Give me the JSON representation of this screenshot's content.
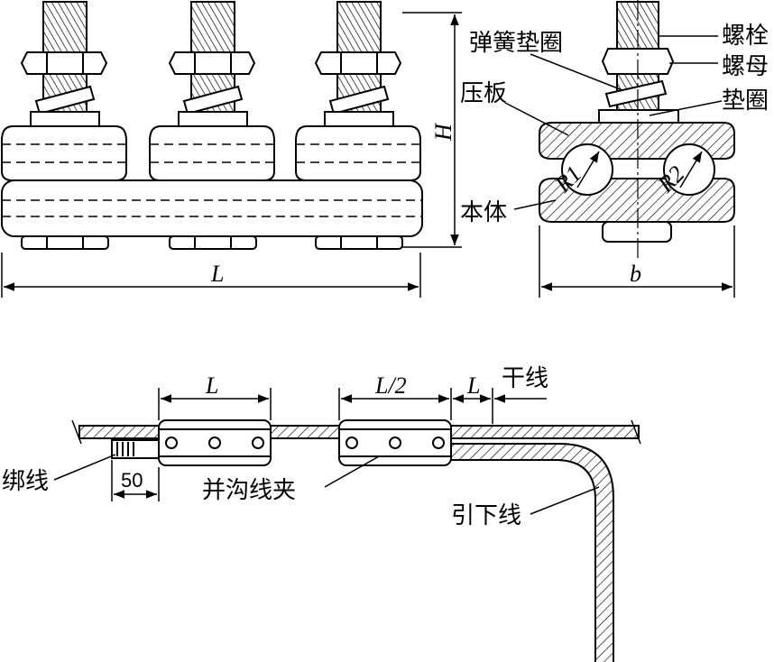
{
  "labels": {
    "bolt": "螺栓",
    "nut": "螺母",
    "spring_washer": "弹簧垫圈",
    "pressing_plate": "压板",
    "washer": "垫圈",
    "body": "本体",
    "main_line": "干线",
    "binding_wire": "绑线",
    "parallel_groove_clamp": "并沟线夹",
    "down_lead": "引下线"
  },
  "dimensions": {
    "L": "L",
    "H": "H",
    "b": "b",
    "L_top": "L",
    "L_half": "L/2",
    "L_gap": "L",
    "fifty": "50",
    "R1": "R1",
    "R2": "R2"
  }
}
